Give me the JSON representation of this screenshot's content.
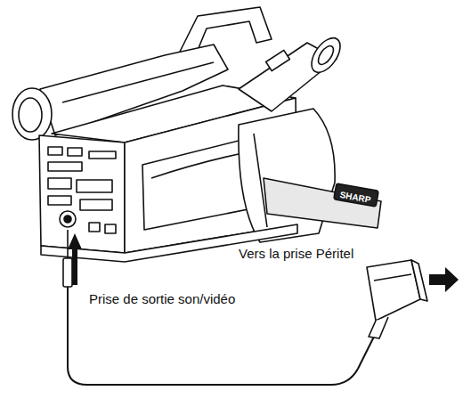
{
  "diagram": {
    "labels": [
      "Vers la prise Péritel",
      "Prise de sortie son/vidéo",
      "SHARP"
    ]
  }
}
